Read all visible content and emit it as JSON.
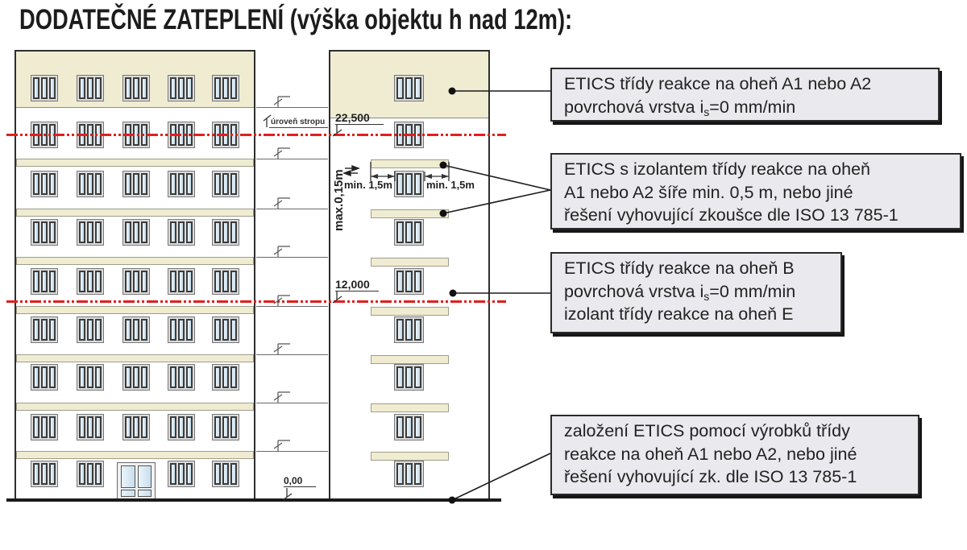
{
  "title": "DODATEČNÉ ZATEPLENÍ (výška objektu h nad 12m):",
  "drawing": {
    "floors": 9,
    "windows_per_row": 5,
    "ceiling_level_label": "úroveň stropu",
    "dim_top": "22,500",
    "dim_mid": "12,000",
    "dim_zero": "0,00",
    "max_offset_label": "max.0,15m",
    "min_width_left": "min. 1,5m",
    "min_width_right": "min. 1,5m"
  },
  "annotations": {
    "box1": {
      "line1": "ETICS třídy reakce na oheň A1 nebo A2",
      "line2_pre": "povrchová vrstva i",
      "line2_sub": "s",
      "line2_post": "=0 mm/min"
    },
    "box2": {
      "line1": "ETICS s izolantem třídy reakce na oheň",
      "line2": "A1 nebo A2 šíře min. 0,5 m, nebo jiné",
      "line3": "řešení vyhovující zkoušce dle ISO 13 785-1"
    },
    "box3": {
      "line1": "ETICS třídy reakce na oheň B",
      "line2_pre": "povrchová vrstva i",
      "line2_sub": "s",
      "line2_post": "=0 mm/min",
      "line3": "izolant třídy reakce na oheň E"
    },
    "box4": {
      "line1": "založení ETICS pomocí výrobků třídy",
      "line2": "reakce na oheň A1 nebo A2, nebo jiné",
      "line3": "řešení vyhovující zk. dle ISO 13 785-1"
    }
  },
  "colors": {
    "facade_cream": "#f0ecd2",
    "glass_blue": "#cde3f1",
    "fire_line_red": "#e0201c",
    "annotation_fill": "#e9e9ee"
  }
}
